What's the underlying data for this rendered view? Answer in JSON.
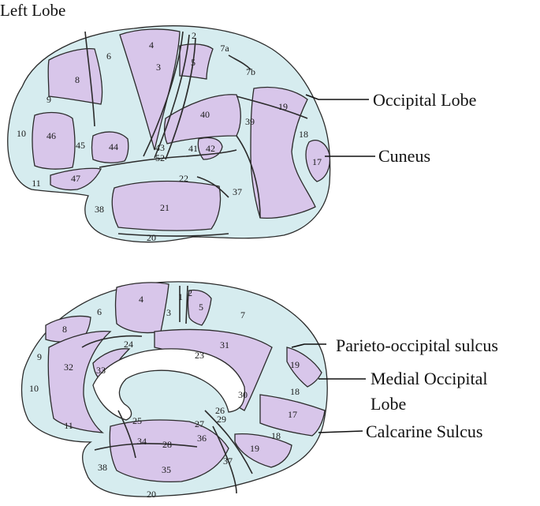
{
  "title": "Left Lobe",
  "colors": {
    "blue": "#d6ecef",
    "purple": "#d8c6ea",
    "outline": "#2b2b2b"
  },
  "lateral": {
    "areas": [
      "4",
      "2",
      "6",
      "7a",
      "3",
      "5",
      "7b",
      "8",
      "9",
      "40",
      "19",
      "39",
      "10",
      "46",
      "45",
      "44",
      "43",
      "41",
      "42",
      "52",
      "18",
      "17",
      "47",
      "11",
      "22",
      "37",
      "38",
      "21",
      "20"
    ],
    "labels": {
      "occipital": "Occipital Lobe",
      "cuneus": "Cuneus"
    }
  },
  "medial": {
    "areas": [
      "4",
      "1",
      "2",
      "6",
      "5",
      "3",
      "7",
      "8",
      "24",
      "31",
      "9",
      "32",
      "23",
      "19",
      "33",
      "10",
      "18",
      "30",
      "17",
      "26",
      "11",
      "25",
      "27",
      "29",
      "34",
      "28",
      "36",
      "18",
      "19",
      "37",
      "38",
      "35",
      "20"
    ],
    "labels": {
      "parieto": "Parieto-occipital sulcus",
      "medial_line1": "Medial Occipital",
      "medial_line2": "Lobe",
      "calcarine": "Calcarine Sulcus"
    }
  }
}
